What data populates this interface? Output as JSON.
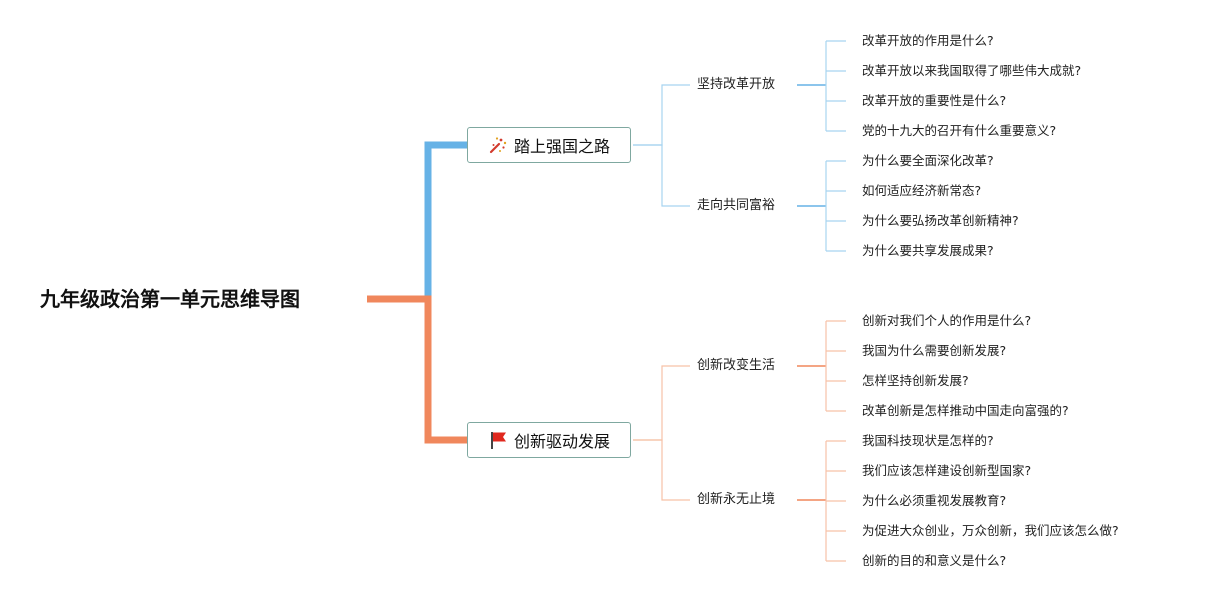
{
  "root": {
    "title": "九年级政治第一单元思维导图"
  },
  "colors": {
    "blue": "#66b2e6",
    "blue_light": "#a8d4f0",
    "orange": "#f0875c",
    "orange_light": "#f6c2a8",
    "box_border": "#7fa8a0"
  },
  "branches": [
    {
      "label": "踏上强国之路",
      "icon": "fireworks-icon",
      "color": "blue",
      "subs": [
        {
          "label": "坚持改革开放",
          "leaves": [
            "改革开放的作用是什么?",
            "改革开放以来我国取得了哪些伟大成就?",
            "改革开放的重要性是什么?",
            "党的十九大的召开有什么重要意义?"
          ]
        },
        {
          "label": "走向共同富裕",
          "leaves": [
            "为什么要全面深化改革?",
            "如何适应经济新常态?",
            "为什么要弘扬改革创新精神?",
            "为什么要共享发展成果?"
          ]
        }
      ]
    },
    {
      "label": "创新驱动发展",
      "icon": "red-flag-icon",
      "color": "orange",
      "subs": [
        {
          "label": "创新改变生活",
          "leaves": [
            "创新对我们个人的作用是什么?",
            "我国为什么需要创新发展?",
            "怎样坚持创新发展?",
            "改革创新是怎样推动中国走向富强的?"
          ]
        },
        {
          "label": "创新永无止境",
          "leaves": [
            "我国科技现状是怎样的?",
            "我们应该怎样建设创新型国家?",
            "为什么必须重视发展教育?",
            "为促进大众创业，万众创新，我们应该怎么做?",
            "创新的目的和意义是什么?"
          ]
        }
      ]
    }
  ]
}
